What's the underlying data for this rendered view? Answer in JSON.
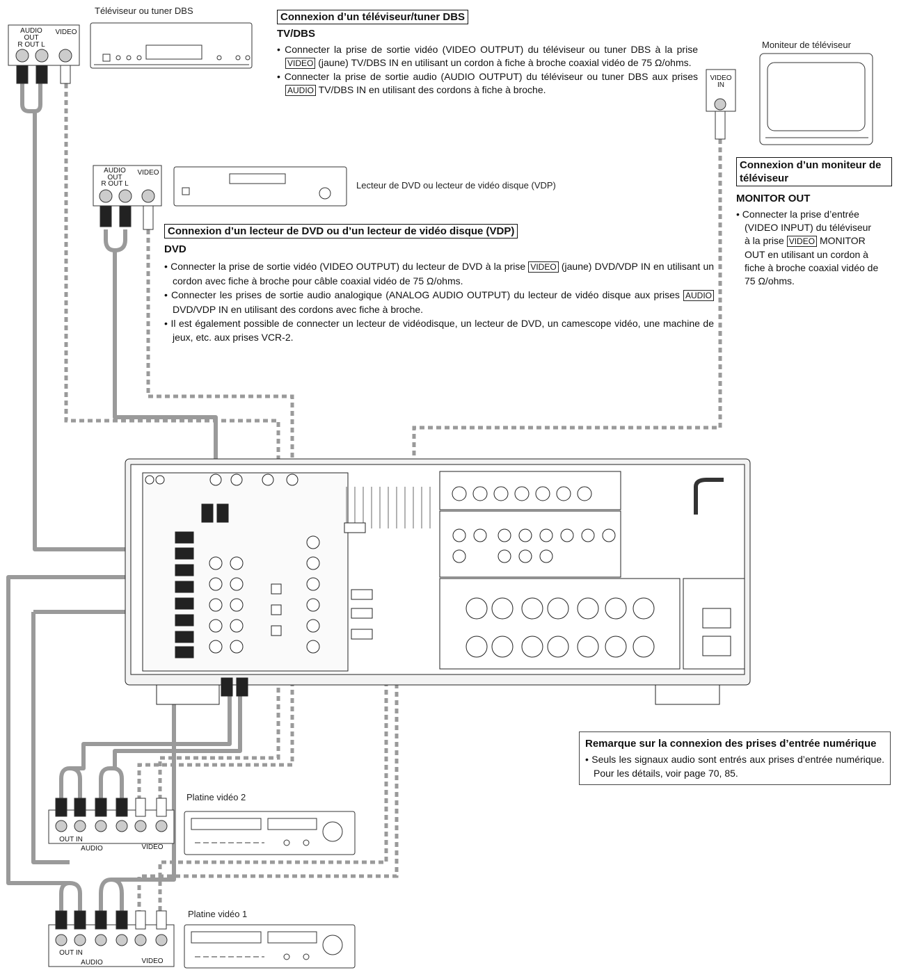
{
  "devices": {
    "tv_tuner_label": "Téléviseur ou tuner DBS",
    "monitor_label": "Moniteur de téléviseur",
    "dvd_label": "Lecteur de DVD ou lecteur de vidéo disque (VDP)",
    "vcr2_label": "Platine vidéo 2",
    "vcr1_label": "Platine vidéo 1"
  },
  "jacks": {
    "audio_out": "AUDIO OUT",
    "r_l": "R OUT L",
    "video": "VIDEO",
    "video_in": "VIDEO IN",
    "r": "R",
    "l": "L",
    "out_in": "OUT IN",
    "audio": "AUDIO"
  },
  "tv_section": {
    "title": "Connexion d’un téléviseur/tuner DBS",
    "subtitle": "TV/DBS",
    "bullet1": "Connecter la prise de sortie vidéo (VIDEO OUTPUT) du téléviseur ou tuner DBS à la prise",
    "bullet1_tag": "VIDEO",
    "bullet1_rest": "(jaune) TV/DBS IN en utilisant un cordon à fiche à broche coaxial vidéo de 75 Ω/ohms.",
    "bullet2": "Connecter la prise de sortie audio (AUDIO OUTPUT) du téléviseur ou tuner DBS aux prises",
    "bullet2_tag": "AUDIO",
    "bullet2_rest": "TV/DBS IN en utilisant des cordons à fiche à broche."
  },
  "dvd_section": {
    "title": "Connexion d’un lecteur de DVD ou d’un lecteur de vidéo disque (VDP)",
    "subtitle": "DVD",
    "bullet1": "Connecter la prise de sortie vidéo (VIDEO OUTPUT) du lecteur de DVD à la prise",
    "bullet1_tag": "VIDEO",
    "bullet1_rest": "(jaune) DVD/VDP IN en utilisant un cordon avec fiche à broche pour câble coaxial vidéo de 75 Ω/ohms.",
    "bullet2": "Connecter les prises de sortie audio analogique (ANALOG AUDIO OUTPUT) du lecteur de vidéo disque aux prises",
    "bullet2_tag": "AUDIO",
    "bullet2_rest": "DVD/VDP IN en utilisant des cordons avec fiche à broche.",
    "bullet3": "Il est également possible de connecter un lecteur de vidéodisque, un lecteur de DVD, un camescope vidéo, une machine de jeux, etc. aux prises VCR-2."
  },
  "monitor_section": {
    "title": "Connexion d’un moniteur de téléviseur",
    "subtitle": "MONITOR OUT",
    "bullet1": "Connecter la prise d’entrée (VIDEO INPUT) du téléviseur à la prise",
    "bullet1_tag": "VIDEO",
    "bullet1_rest": "MONITOR OUT en utilisant un cordon à fiche à broche coaxial vidéo de 75 Ω/ohms."
  },
  "note": {
    "title": "Remarque sur la connexion des prises d’entrée numérique",
    "bullet1": "Seuls les signaux audio sont entrés aux prises d’entrée numérique. Pour les détails, voir page 70, 85."
  }
}
